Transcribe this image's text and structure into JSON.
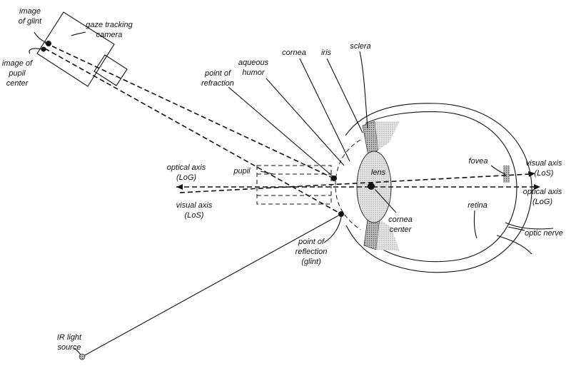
{
  "labels": {
    "image_of_glint": [
      "image",
      "of glint"
    ],
    "image_of_pupil_center": [
      "image of",
      "pupil",
      "center"
    ],
    "gaze_tracking_camera": [
      "gaze tracking",
      "camera"
    ],
    "point_of_refraction": [
      "point of",
      "refraction"
    ],
    "aqueous_humor": [
      "aqueous",
      "humor"
    ],
    "cornea": "cornea",
    "iris": "iris",
    "sclera": "sclera",
    "optical_axis_left": [
      "optical axis",
      "(LoG)"
    ],
    "pupil": "pupil",
    "visual_axis_left": [
      "visual axis",
      "(LoS)"
    ],
    "lens": "lens",
    "cornea_center": [
      "cornea",
      "center"
    ],
    "point_of_reflection": [
      "point of",
      "reflection",
      "(glint)"
    ],
    "fovea": "fovea",
    "visual_axis_right": [
      "visual axis",
      "(LoS)"
    ],
    "optical_axis_right": [
      "optical axis",
      "(LoG)"
    ],
    "retina": "retina",
    "optic_nerve": "optic nerve",
    "ir_light_source": [
      "IR light",
      "source"
    ]
  }
}
